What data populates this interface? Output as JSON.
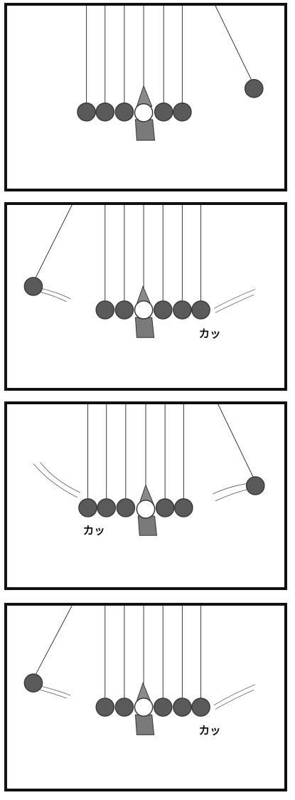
{
  "comic": {
    "style": "four-panel manga",
    "colors": {
      "border": "#111111",
      "ball": "#5a5a5a",
      "ball_outline": "#3a3a3a",
      "face": "#ffffff",
      "robe": "#7a7a7a",
      "string": "#333333"
    },
    "panels": [
      {
        "id": 1,
        "sfx_text": ""
      },
      {
        "id": 2,
        "sfx_text": "カッ"
      },
      {
        "id": 3,
        "sfx_text": "カッ"
      },
      {
        "id": 4,
        "sfx_text": "カッ"
      }
    ]
  }
}
